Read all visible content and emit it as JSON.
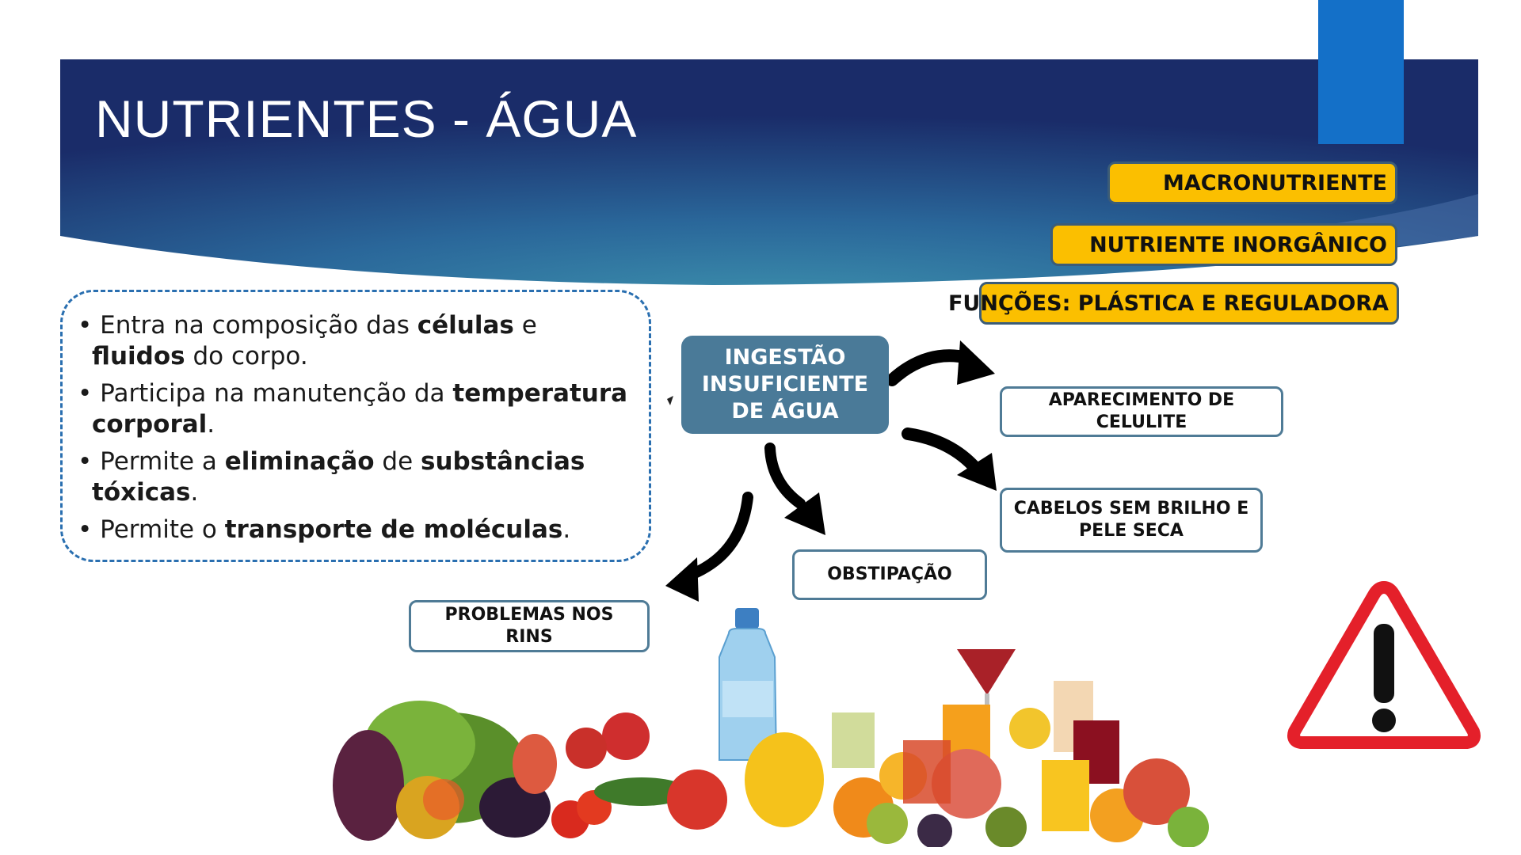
{
  "slide": {
    "title": "NUTRIENTES - ÁGUA"
  },
  "tags": [
    {
      "label": "MACRONUTRIENTE"
    },
    {
      "label": "NUTRIENTE INORGÂNICO"
    },
    {
      "label": "FUNÇÕES: PLÁSTICA E REGULADORA"
    }
  ],
  "facts": [
    {
      "parts": [
        {
          "text": "Entra na composição das ",
          "bold": false
        },
        {
          "text": "células",
          "bold": true
        },
        {
          "text": " e ",
          "bold": false
        },
        {
          "text": "fluidos",
          "bold": true
        },
        {
          "text": " do corpo.",
          "bold": false
        }
      ]
    },
    {
      "parts": [
        {
          "text": "Participa na manutenção da ",
          "bold": false
        },
        {
          "text": "temperatura corporal",
          "bold": true
        },
        {
          "text": ".",
          "bold": false
        }
      ]
    },
    {
      "parts": [
        {
          "text": "Permite a ",
          "bold": false
        },
        {
          "text": "eliminação",
          "bold": true
        },
        {
          "text": " de ",
          "bold": false
        },
        {
          "text": "substâncias tóxicas",
          "bold": true
        },
        {
          "text": ".",
          "bold": false
        }
      ]
    },
    {
      "parts": [
        {
          "text": "Permite o ",
          "bold": false
        },
        {
          "text": "transporte de moléculas",
          "bold": true
        },
        {
          "text": ".",
          "bold": false
        }
      ]
    }
  ],
  "diagram": {
    "center": "INGESTÃO INSUFICIENTE DE ÁGUA",
    "effects": {
      "celulite": "APARECIMENTO DE CELULITE",
      "cabelos": "CABELOS SEM BRILHO E PELE SECA",
      "obstipacao": "OBSTIPAÇÃO",
      "rins": "PROBLEMAS NOS RINS"
    }
  },
  "colors": {
    "banner_dark": "#1c2f6b",
    "banner_mid": "#2c6f9a",
    "accent_blue": "#1470c8",
    "tag_yellow": "#fbbf00",
    "center_box": "#4a7a98",
    "warning_red": "#e4202a"
  },
  "icons": {
    "warning": "warning-triangle-icon",
    "food": "fruits-vegetables-image"
  }
}
